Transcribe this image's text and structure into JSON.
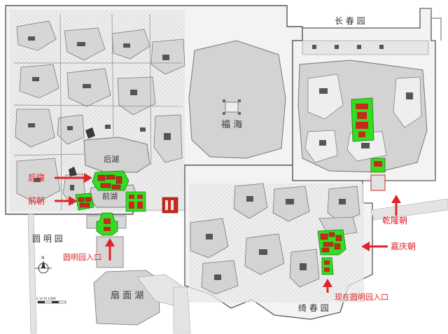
{
  "map": {
    "garden_labels": {
      "yuanmingyuan": "圆 明 园",
      "changchunyuan": "长 春 园",
      "qichunyuan": "绮 春 园",
      "fuhai": "福 海",
      "houhu": "后湖",
      "qianhu": "前湖",
      "shanmianhu": "扇 面 湖"
    },
    "annotations": {
      "houqin": "后寝",
      "qianchao": "前朝",
      "entrance_old": "圆明园入口",
      "qianlong": "乾隆朝",
      "jiaqing": "嘉庆朝",
      "entrance_now": "现在圆明园入口"
    },
    "compass": {
      "letter": "N"
    },
    "scale_bar": {
      "label": "0  10  50    100M"
    },
    "colors": {
      "annotation": "#e0232a",
      "highlight_green": "#33dd22",
      "highlight_building": "#c8291c",
      "water": "#d2d2d2",
      "land": "#f2f2f2",
      "outline": "#6e6e6e"
    }
  }
}
